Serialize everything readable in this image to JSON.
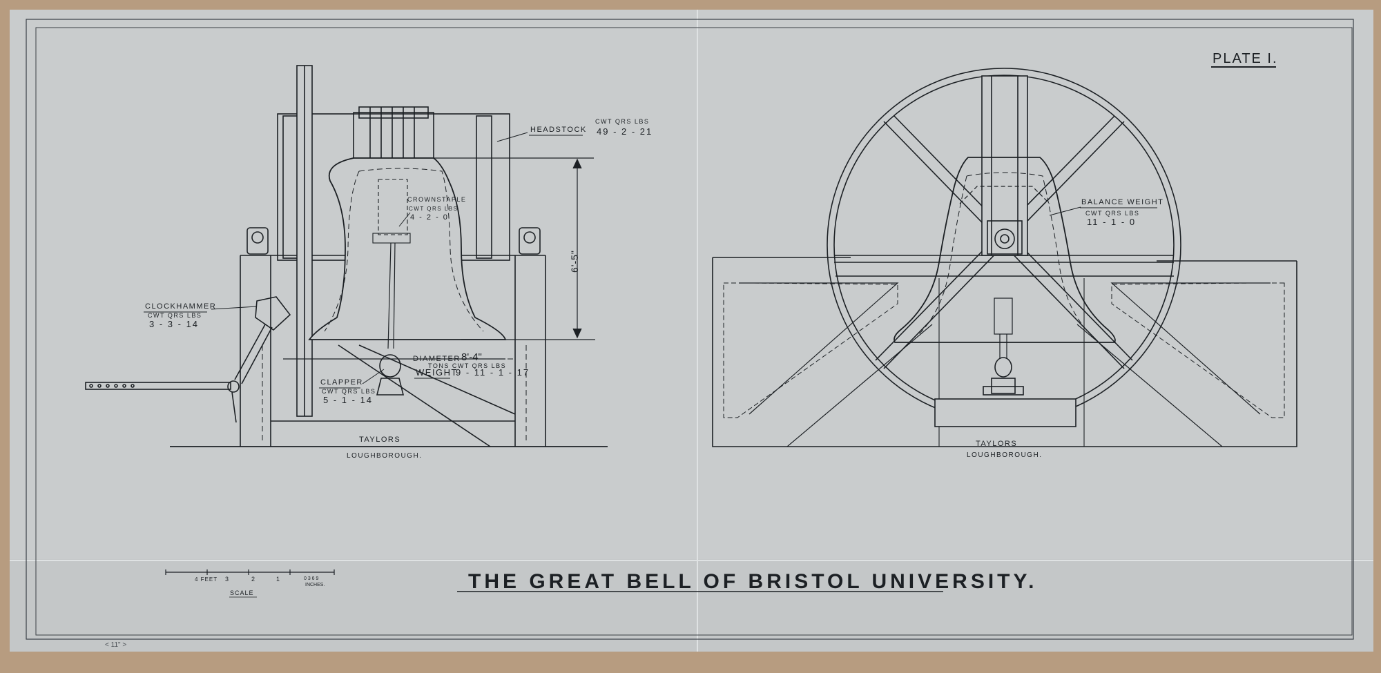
{
  "plate": "PLATE I.",
  "title": "THE GREAT BELL OF BRISTOL UNIVERSITY.",
  "side_view": {
    "headstock": {
      "label": "HEADSTOCK",
      "units": "CWT  QRS  LBS",
      "value": "49 - 2 - 21"
    },
    "crownstaple": {
      "label": "CROWNSTAPLE",
      "units": "CWT  QRS  LBS",
      "value": "4 - 2 - 0"
    },
    "clockhammer": {
      "label": "CLOCKHAMMER",
      "units": "CWT  QRS  LBS",
      "value": "3 - 3 - 14"
    },
    "clapper": {
      "label": "CLAPPER",
      "units": "CWT  QRS  LBS",
      "value": "5 - 1 - 14"
    },
    "height": "6'-5\"",
    "diameter_label": "DIAMETER",
    "diameter_value": "8'-4\"",
    "weight_units": "TONS  CWT  QRS  LBS",
    "weight_label": "WEIGHT",
    "weight_value": "9 - 11 - 1 - 17",
    "maker": "TAYLORS",
    "place": "LOUGHBOROUGH."
  },
  "end_view": {
    "balance_weight": {
      "label": "BALANCE WEIGHT",
      "units": "CWT  QRS  LBS",
      "value": "11 - 1 - 0"
    },
    "maker": "TAYLORS",
    "place": "LOUGHBOROUGH."
  },
  "scale": {
    "feet_ticks": [
      "4 FEET",
      "3",
      "2",
      "1"
    ],
    "inch_ticks": "0 3 6 9",
    "inches": "INCHES.",
    "label": "SCALE"
  },
  "corner_note": "< 11\" >",
  "colors": {
    "paper": "#c9cccd",
    "ink": "#1c2024",
    "backing": "#b79c80"
  }
}
